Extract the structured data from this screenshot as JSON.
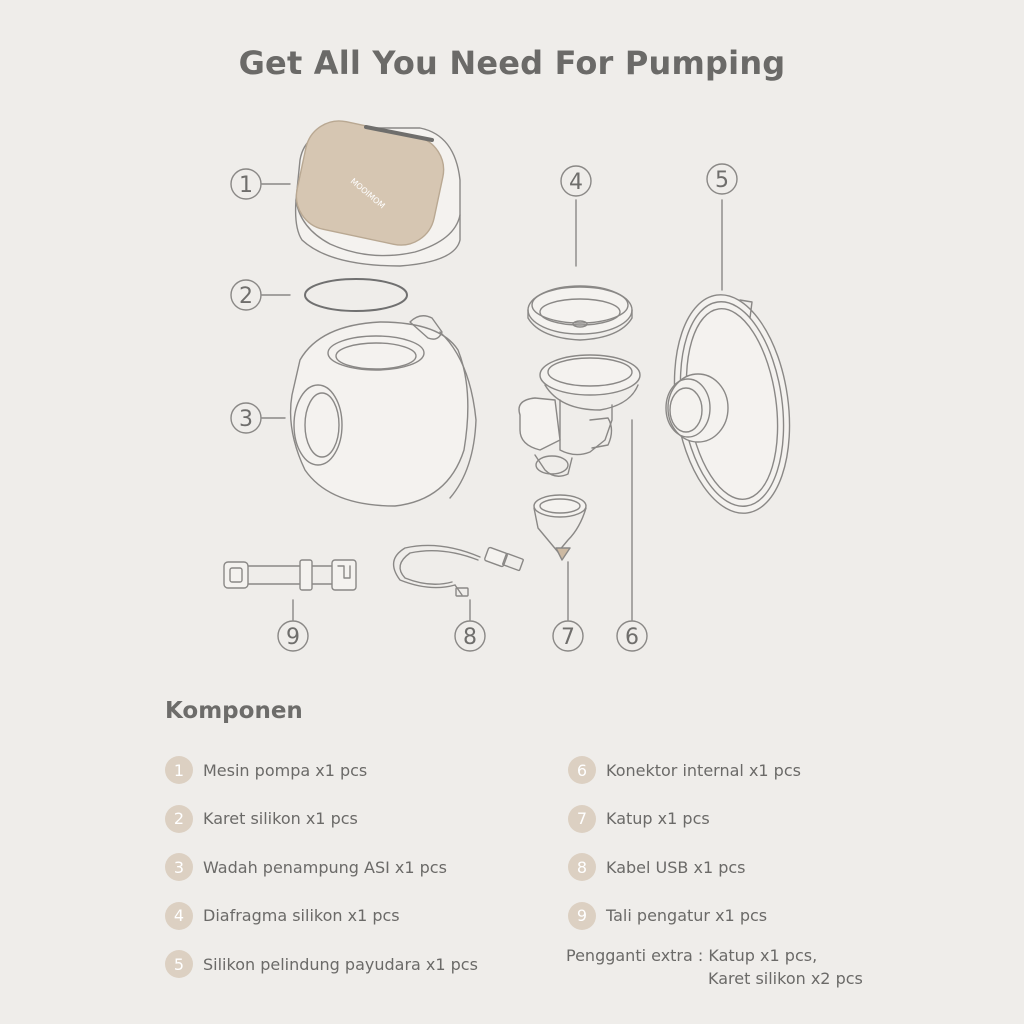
{
  "title": "Get All You Need For Pumping",
  "diagram": {
    "brand_logo": "MOOIMOM",
    "callouts": [
      "1",
      "2",
      "3",
      "4",
      "5",
      "6",
      "7",
      "8",
      "9"
    ]
  },
  "components": {
    "heading": "Komponen",
    "left": [
      {
        "num": "1",
        "label": "Mesin pompa x1 pcs"
      },
      {
        "num": "2",
        "label": "Karet silikon x1 pcs"
      },
      {
        "num": "3",
        "label": "Wadah penampung ASI x1 pcs"
      },
      {
        "num": "4",
        "label": "Diafragma silikon x1 pcs"
      },
      {
        "num": "5",
        "label": "Silikon pelindung payudara x1 pcs"
      }
    ],
    "right": [
      {
        "num": "6",
        "label": "Konektor internal x1 pcs"
      },
      {
        "num": "7",
        "label": "Katup x1 pcs"
      },
      {
        "num": "8",
        "label": "Kabel USB x1 pcs"
      },
      {
        "num": "9",
        "label": "Tali pengatur x1 pcs"
      }
    ],
    "extra_line1": "Pengganti extra : Katup x1 pcs,",
    "extra_line2": "Karet silikon x2 pcs"
  },
  "colors": {
    "background": "#efedea",
    "accent_beige": "#dcd0c2",
    "text": "#6b6a68"
  }
}
